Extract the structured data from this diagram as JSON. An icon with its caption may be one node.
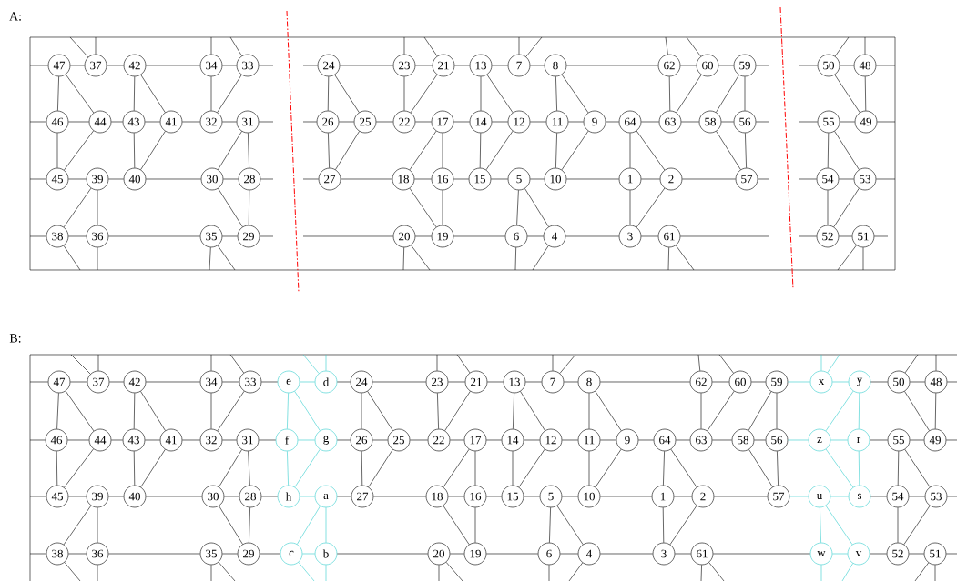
{
  "diagram": {
    "nodes": [
      {
        "text": [
          "47"
        ]
      },
      {
        "text": [
          "37"
        ]
      },
      {
        "text": [
          "42"
        ]
      },
      {
        "text": [
          "34"
        ]
      },
      {
        "text": [
          "33"
        ]
      },
      {
        "text": [
          "24"
        ]
      },
      {
        "text": [
          "23"
        ]
      },
      {
        "text": [
          "21"
        ]
      },
      {
        "text": [
          "13"
        ]
      },
      {
        "text": [
          "7"
        ]
      },
      {
        "text": [
          "8"
        ]
      },
      {
        "text": [
          "62"
        ]
      },
      {
        "text": [
          "60"
        ]
      },
      {
        "text": [
          "59"
        ]
      },
      {
        "text": [
          "50"
        ]
      },
      {
        "text": [
          "48"
        ]
      },
      {
        "text": [
          "46"
        ]
      },
      {
        "text": [
          "44"
        ]
      },
      {
        "text": [
          "43"
        ]
      },
      {
        "text": [
          "41"
        ]
      },
      {
        "text": [
          "32"
        ]
      },
      {
        "text": [
          "31"
        ]
      },
      {
        "text": [
          "26"
        ]
      },
      {
        "text": [
          "25"
        ]
      },
      {
        "text": [
          "22"
        ]
      },
      {
        "text": [
          "17"
        ]
      },
      {
        "text": [
          "14"
        ]
      },
      {
        "text": [
          "12"
        ]
      },
      {
        "text": [
          "11"
        ]
      },
      {
        "text": [
          "9"
        ]
      },
      {
        "text": [
          "64"
        ]
      },
      {
        "text": [
          "63"
        ]
      },
      {
        "text": [
          "58"
        ]
      },
      {
        "text": [
          "56"
        ]
      },
      {
        "text": [
          "55"
        ]
      },
      {
        "text": [
          "49"
        ]
      },
      {
        "text": [
          "45"
        ]
      },
      {
        "text": [
          "39"
        ]
      },
      {
        "text": [
          "40"
        ]
      },
      {
        "text": [
          "30"
        ]
      },
      {
        "text": [
          "28"
        ]
      },
      {
        "text": [
          "27"
        ]
      },
      {
        "text": [
          "18"
        ]
      },
      {
        "text": [
          "16"
        ]
      },
      {
        "text": [
          "15"
        ]
      },
      {
        "text": [
          "5"
        ]
      },
      {
        "text": [
          "10"
        ]
      },
      {
        "text": [
          "1"
        ]
      },
      {
        "text": [
          "2"
        ]
      },
      {
        "text": [
          "57"
        ]
      },
      {
        "text": [
          "54"
        ]
      },
      {
        "text": [
          "53"
        ]
      },
      {
        "text": [
          "38"
        ]
      },
      {
        "text": [
          "36"
        ]
      },
      {
        "text": [
          "35"
        ]
      },
      {
        "text": [
          "29"
        ]
      },
      {
        "text": [
          "20"
        ]
      },
      {
        "text": [
          "19"
        ]
      },
      {
        "text": [
          "6"
        ]
      },
      {
        "text": [
          "4"
        ]
      },
      {
        "text": [
          "3"
        ]
      },
      {
        "text": [
          "61"
        ]
      },
      {
        "text": [
          "52"
        ]
      },
      {
        "text": [
          "51"
        ]
      },
      {
        "text": [
          "47"
        ]
      },
      {
        "text": [
          "37"
        ]
      },
      {
        "text": [
          "42"
        ]
      },
      {
        "text": [
          "34"
        ]
      },
      {
        "text": [
          "33"
        ]
      },
      {
        "text": [
          "e"
        ]
      },
      {
        "text": [
          "d"
        ]
      },
      {
        "text": [
          "24"
        ]
      },
      {
        "text": [
          "23"
        ]
      },
      {
        "text": [
          "21"
        ]
      },
      {
        "text": [
          "13"
        ]
      },
      {
        "text": [
          "7"
        ]
      },
      {
        "text": [
          "8"
        ]
      },
      {
        "text": [
          "62"
        ]
      },
      {
        "text": [
          "60"
        ]
      },
      {
        "text": [
          "59"
        ]
      },
      {
        "text": [
          "x"
        ]
      },
      {
        "text": [
          "y"
        ]
      },
      {
        "text": [
          "50"
        ]
      },
      {
        "text": [
          "48"
        ]
      },
      {
        "text": [
          "46"
        ]
      },
      {
        "text": [
          "44"
        ]
      },
      {
        "text": [
          "43"
        ]
      },
      {
        "text": [
          "41"
        ]
      },
      {
        "text": [
          "32"
        ]
      },
      {
        "text": [
          "31"
        ]
      },
      {
        "text": [
          "f"
        ]
      },
      {
        "text": [
          "g"
        ]
      },
      {
        "text": [
          "26"
        ]
      },
      {
        "text": [
          "25"
        ]
      },
      {
        "text": [
          "22"
        ]
      },
      {
        "text": [
          "17"
        ]
      },
      {
        "text": [
          "14"
        ]
      },
      {
        "text": [
          "12"
        ]
      },
      {
        "text": [
          "11"
        ]
      },
      {
        "text": [
          "9"
        ]
      },
      {
        "text": [
          "64"
        ]
      },
      {
        "text": [
          "63"
        ]
      },
      {
        "text": [
          "58"
        ]
      },
      {
        "text": [
          "56"
        ]
      },
      {
        "text": [
          "z"
        ]
      },
      {
        "text": [
          "r"
        ]
      },
      {
        "text": [
          "55"
        ]
      },
      {
        "text": [
          "49"
        ]
      },
      {
        "text": [
          "45"
        ]
      },
      {
        "text": [
          "39"
        ]
      },
      {
        "text": [
          "40"
        ]
      },
      {
        "text": [
          "30"
        ]
      },
      {
        "text": [
          "28"
        ]
      },
      {
        "text": [
          "h"
        ]
      },
      {
        "text": [
          "a"
        ]
      },
      {
        "text": [
          "27"
        ]
      },
      {
        "text": [
          "18"
        ]
      },
      {
        "text": [
          "16"
        ]
      },
      {
        "text": [
          "15"
        ]
      },
      {
        "text": [
          "5"
        ]
      },
      {
        "text": [
          "10"
        ]
      },
      {
        "text": [
          "1"
        ]
      },
      {
        "text": [
          "2"
        ]
      },
      {
        "text": [
          "57"
        ]
      },
      {
        "text": [
          "u"
        ]
      },
      {
        "text": [
          "s"
        ]
      },
      {
        "text": [
          "54"
        ]
      },
      {
        "text": [
          "53"
        ]
      },
      {
        "text": [
          "38"
        ]
      },
      {
        "text": [
          "36"
        ]
      },
      {
        "text": [
          "35"
        ]
      },
      {
        "text": [
          "29"
        ]
      },
      {
        "text": [
          "c"
        ]
      },
      {
        "text": [
          "b"
        ]
      },
      {
        "text": [
          "20"
        ]
      },
      {
        "text": [
          "19"
        ]
      },
      {
        "text": [
          "6"
        ]
      },
      {
        "text": [
          "4"
        ]
      },
      {
        "text": [
          "3"
        ]
      },
      {
        "text": [
          "61"
        ]
      },
      {
        "text": [
          "w"
        ]
      },
      {
        "text": [
          "v"
        ]
      },
      {
        "text": [
          "52"
        ]
      },
      {
        "text": [
          "51"
        ]
      }
    ],
    "edges": [
      {
        "from": 0,
        "to": 1,
        "arrow": "none"
      },
      {
        "from": 1,
        "to": 2,
        "arrow": "none"
      },
      {
        "from": 2,
        "to": 3,
        "arrow": "none"
      },
      {
        "from": 3,
        "to": 4,
        "arrow": "none"
      },
      {
        "from": 5,
        "to": 6,
        "arrow": "none"
      },
      {
        "from": 6,
        "to": 7,
        "arrow": "none"
      },
      {
        "from": 7,
        "to": 8,
        "arrow": "none"
      },
      {
        "from": 8,
        "to": 9,
        "arrow": "none"
      },
      {
        "from": 9,
        "to": 10,
        "arrow": "none"
      },
      {
        "from": 10,
        "to": 11,
        "arrow": "none"
      },
      {
        "from": 11,
        "to": 12,
        "arrow": "none"
      },
      {
        "from": 12,
        "to": 13,
        "arrow": "none"
      },
      {
        "from": 14,
        "to": 15,
        "arrow": "none"
      },
      {
        "from": 0,
        "to": 16,
        "arrow": "none"
      },
      {
        "from": 0,
        "to": 17,
        "arrow": "none"
      },
      {
        "from": 2,
        "to": 18,
        "arrow": "none"
      },
      {
        "from": 2,
        "to": 19,
        "arrow": "none"
      },
      {
        "from": 3,
        "to": 20,
        "arrow": "none"
      },
      {
        "from": 4,
        "to": 20,
        "arrow": "none"
      },
      {
        "from": 5,
        "to": 22,
        "arrow": "none"
      },
      {
        "from": 5,
        "to": 23,
        "arrow": "none"
      },
      {
        "from": 6,
        "to": 24,
        "arrow": "none"
      },
      {
        "from": 7,
        "to": 24,
        "arrow": "none"
      },
      {
        "from": 8,
        "to": 26,
        "arrow": "none"
      },
      {
        "from": 8,
        "to": 27,
        "arrow": "none"
      },
      {
        "from": 10,
        "to": 28,
        "arrow": "none"
      },
      {
        "from": 10,
        "to": 29,
        "arrow": "none"
      },
      {
        "from": 11,
        "to": 31,
        "arrow": "none"
      },
      {
        "from": 12,
        "to": 31,
        "arrow": "none"
      },
      {
        "from": 13,
        "to": 32,
        "arrow": "none"
      },
      {
        "from": 13,
        "to": 33,
        "arrow": "none"
      },
      {
        "from": 14,
        "to": 35,
        "arrow": "none"
      },
      {
        "from": 15,
        "to": 35,
        "arrow": "none"
      },
      {
        "from": 16,
        "to": 17,
        "arrow": "none"
      },
      {
        "from": 17,
        "to": 18,
        "arrow": "none"
      },
      {
        "from": 18,
        "to": 19,
        "arrow": "none"
      },
      {
        "from": 19,
        "to": 20,
        "arrow": "none"
      },
      {
        "from": 20,
        "to": 21,
        "arrow": "none"
      },
      {
        "from": 22,
        "to": 23,
        "arrow": "none"
      },
      {
        "from": 23,
        "to": 24,
        "arrow": "none"
      },
      {
        "from": 24,
        "to": 25,
        "arrow": "none"
      },
      {
        "from": 25,
        "to": 26,
        "arrow": "none"
      },
      {
        "from": 26,
        "to": 27,
        "arrow": "none"
      },
      {
        "from": 27,
        "to": 28,
        "arrow": "none"
      },
      {
        "from": 28,
        "to": 29,
        "arrow": "none"
      },
      {
        "from": 29,
        "to": 30,
        "arrow": "none"
      },
      {
        "from": 30,
        "to": 31,
        "arrow": "none"
      },
      {
        "from": 31,
        "to": 32,
        "arrow": "none"
      },
      {
        "from": 32,
        "to": 33,
        "arrow": "none"
      },
      {
        "from": 34,
        "to": 35,
        "arrow": "none"
      },
      {
        "from": 16,
        "to": 36,
        "arrow": "none"
      },
      {
        "from": 17,
        "to": 36,
        "arrow": "none"
      },
      {
        "from": 18,
        "to": 38,
        "arrow": "none"
      },
      {
        "from": 19,
        "to": 38,
        "arrow": "none"
      },
      {
        "from": 21,
        "to": 39,
        "arrow": "none"
      },
      {
        "from": 21,
        "to": 40,
        "arrow": "none"
      },
      {
        "from": 22,
        "to": 41,
        "arrow": "none"
      },
      {
        "from": 23,
        "to": 41,
        "arrow": "none"
      },
      {
        "from": 25,
        "to": 42,
        "arrow": "none"
      },
      {
        "from": 25,
        "to": 43,
        "arrow": "none"
      },
      {
        "from": 26,
        "to": 44,
        "arrow": "none"
      },
      {
        "from": 27,
        "to": 44,
        "arrow": "none"
      },
      {
        "from": 28,
        "to": 46,
        "arrow": "none"
      },
      {
        "from": 29,
        "to": 46,
        "arrow": "none"
      },
      {
        "from": 30,
        "to": 47,
        "arrow": "none"
      },
      {
        "from": 30,
        "to": 48,
        "arrow": "none"
      },
      {
        "from": 32,
        "to": 49,
        "arrow": "none"
      },
      {
        "from": 33,
        "to": 49,
        "arrow": "none"
      },
      {
        "from": 34,
        "to": 50,
        "arrow": "none"
      },
      {
        "from": 34,
        "to": 51,
        "arrow": "none"
      },
      {
        "from": 36,
        "to": 37,
        "arrow": "none"
      },
      {
        "from": 37,
        "to": 38,
        "arrow": "none"
      },
      {
        "from": 38,
        "to": 39,
        "arrow": "none"
      },
      {
        "from": 39,
        "to": 40,
        "arrow": "none"
      },
      {
        "from": 41,
        "to": 42,
        "arrow": "none"
      },
      {
        "from": 42,
        "to": 43,
        "arrow": "none"
      },
      {
        "from": 43,
        "to": 44,
        "arrow": "none"
      },
      {
        "from": 44,
        "to": 45,
        "arrow": "none"
      },
      {
        "from": 45,
        "to": 46,
        "arrow": "none"
      },
      {
        "from": 46,
        "to": 47,
        "arrow": "none"
      },
      {
        "from": 47,
        "to": 48,
        "arrow": "none"
      },
      {
        "from": 48,
        "to": 49,
        "arrow": "none"
      },
      {
        "from": 50,
        "to": 51,
        "arrow": "none"
      },
      {
        "from": 37,
        "to": 52,
        "arrow": "none"
      },
      {
        "from": 37,
        "to": 53,
        "arrow": "none"
      },
      {
        "from": 39,
        "to": 55,
        "arrow": "none"
      },
      {
        "from": 40,
        "to": 55,
        "arrow": "none"
      },
      {
        "from": 42,
        "to": 57,
        "arrow": "none"
      },
      {
        "from": 43,
        "to": 57,
        "arrow": "none"
      },
      {
        "from": 45,
        "to": 58,
        "arrow": "none"
      },
      {
        "from": 45,
        "to": 59,
        "arrow": "none"
      },
      {
        "from": 47,
        "to": 60,
        "arrow": "none"
      },
      {
        "from": 48,
        "to": 60,
        "arrow": "none"
      },
      {
        "from": 50,
        "to": 62,
        "arrow": "none"
      },
      {
        "from": 51,
        "to": 62,
        "arrow": "none"
      },
      {
        "from": 52,
        "to": 53,
        "arrow": "none"
      },
      {
        "from": 53,
        "to": 54,
        "arrow": "none"
      },
      {
        "from": 54,
        "to": 55,
        "arrow": "none"
      },
      {
        "from": 56,
        "to": 57,
        "arrow": "none"
      },
      {
        "from": 57,
        "to": 58,
        "arrow": "none"
      },
      {
        "from": 58,
        "to": 59,
        "arrow": "none"
      },
      {
        "from": 59,
        "to": 60,
        "arrow": "none"
      },
      {
        "from": 60,
        "to": 61,
        "arrow": "none"
      },
      {
        "from": 62,
        "to": 63,
        "arrow": "none"
      },
      {
        "from": 64,
        "to": 65,
        "arrow": "none"
      },
      {
        "from": 65,
        "to": 66,
        "arrow": "none"
      },
      {
        "from": 66,
        "to": 67,
        "arrow": "none"
      },
      {
        "from": 67,
        "to": 68,
        "arrow": "none"
      },
      {
        "from": 71,
        "to": 72,
        "arrow": "none"
      },
      {
        "from": 72,
        "to": 73,
        "arrow": "none"
      },
      {
        "from": 73,
        "to": 74,
        "arrow": "none"
      },
      {
        "from": 74,
        "to": 75,
        "arrow": "none"
      },
      {
        "from": 75,
        "to": 76,
        "arrow": "none"
      },
      {
        "from": 76,
        "to": 77,
        "arrow": "none"
      },
      {
        "from": 77,
        "to": 78,
        "arrow": "none"
      },
      {
        "from": 78,
        "to": 79,
        "arrow": "none"
      },
      {
        "from": 82,
        "to": 83,
        "arrow": "none"
      },
      {
        "from": 64,
        "to": 84,
        "arrow": "none"
      },
      {
        "from": 64,
        "to": 85,
        "arrow": "none"
      },
      {
        "from": 66,
        "to": 86,
        "arrow": "none"
      },
      {
        "from": 66,
        "to": 87,
        "arrow": "none"
      },
      {
        "from": 67,
        "to": 88,
        "arrow": "none"
      },
      {
        "from": 68,
        "to": 88,
        "arrow": "none"
      },
      {
        "from": 71,
        "to": 92,
        "arrow": "none"
      },
      {
        "from": 71,
        "to": 93,
        "arrow": "none"
      },
      {
        "from": 72,
        "to": 94,
        "arrow": "none"
      },
      {
        "from": 73,
        "to": 94,
        "arrow": "none"
      },
      {
        "from": 74,
        "to": 96,
        "arrow": "none"
      },
      {
        "from": 74,
        "to": 97,
        "arrow": "none"
      },
      {
        "from": 76,
        "to": 98,
        "arrow": "none"
      },
      {
        "from": 76,
        "to": 99,
        "arrow": "none"
      },
      {
        "from": 77,
        "to": 101,
        "arrow": "none"
      },
      {
        "from": 78,
        "to": 101,
        "arrow": "none"
      },
      {
        "from": 79,
        "to": 102,
        "arrow": "none"
      },
      {
        "from": 79,
        "to": 103,
        "arrow": "none"
      },
      {
        "from": 82,
        "to": 107,
        "arrow": "none"
      },
      {
        "from": 83,
        "to": 107,
        "arrow": "none"
      },
      {
        "from": 84,
        "to": 85,
        "arrow": "none"
      },
      {
        "from": 85,
        "to": 86,
        "arrow": "none"
      },
      {
        "from": 86,
        "to": 87,
        "arrow": "none"
      },
      {
        "from": 87,
        "to": 88,
        "arrow": "none"
      },
      {
        "from": 88,
        "to": 89,
        "arrow": "none"
      },
      {
        "from": 92,
        "to": 93,
        "arrow": "none"
      },
      {
        "from": 93,
        "to": 94,
        "arrow": "none"
      },
      {
        "from": 94,
        "to": 95,
        "arrow": "none"
      },
      {
        "from": 95,
        "to": 96,
        "arrow": "none"
      },
      {
        "from": 96,
        "to": 97,
        "arrow": "none"
      },
      {
        "from": 97,
        "to": 98,
        "arrow": "none"
      },
      {
        "from": 98,
        "to": 99,
        "arrow": "none"
      },
      {
        "from": 99,
        "to": 100,
        "arrow": "none"
      },
      {
        "from": 100,
        "to": 101,
        "arrow": "none"
      },
      {
        "from": 101,
        "to": 102,
        "arrow": "none"
      },
      {
        "from": 102,
        "to": 103,
        "arrow": "none"
      },
      {
        "from": 106,
        "to": 107,
        "arrow": "none"
      },
      {
        "from": 84,
        "to": 108,
        "arrow": "none"
      },
      {
        "from": 85,
        "to": 108,
        "arrow": "none"
      },
      {
        "from": 86,
        "to": 110,
        "arrow": "none"
      },
      {
        "from": 87,
        "to": 110,
        "arrow": "none"
      },
      {
        "from": 89,
        "to": 111,
        "arrow": "none"
      },
      {
        "from": 89,
        "to": 112,
        "arrow": "none"
      },
      {
        "from": 92,
        "to": 115,
        "arrow": "none"
      },
      {
        "from": 93,
        "to": 115,
        "arrow": "none"
      },
      {
        "from": 95,
        "to": 116,
        "arrow": "none"
      },
      {
        "from": 95,
        "to": 117,
        "arrow": "none"
      },
      {
        "from": 96,
        "to": 118,
        "arrow": "none"
      },
      {
        "from": 97,
        "to": 118,
        "arrow": "none"
      },
      {
        "from": 98,
        "to": 120,
        "arrow": "none"
      },
      {
        "from": 99,
        "to": 120,
        "arrow": "none"
      },
      {
        "from": 100,
        "to": 121,
        "arrow": "none"
      },
      {
        "from": 100,
        "to": 122,
        "arrow": "none"
      },
      {
        "from": 102,
        "to": 123,
        "arrow": "none"
      },
      {
        "from": 103,
        "to": 123,
        "arrow": "none"
      },
      {
        "from": 106,
        "to": 126,
        "arrow": "none"
      },
      {
        "from": 106,
        "to": 127,
        "arrow": "none"
      },
      {
        "from": 108,
        "to": 109,
        "arrow": "none"
      },
      {
        "from": 109,
        "to": 110,
        "arrow": "none"
      },
      {
        "from": 110,
        "to": 111,
        "arrow": "none"
      },
      {
        "from": 111,
        "to": 112,
        "arrow": "none"
      },
      {
        "from": 115,
        "to": 116,
        "arrow": "none"
      },
      {
        "from": 116,
        "to": 117,
        "arrow": "none"
      },
      {
        "from": 117,
        "to": 118,
        "arrow": "none"
      },
      {
        "from": 118,
        "to": 119,
        "arrow": "none"
      },
      {
        "from": 119,
        "to": 120,
        "arrow": "none"
      },
      {
        "from": 120,
        "to": 121,
        "arrow": "none"
      },
      {
        "from": 121,
        "to": 122,
        "arrow": "none"
      },
      {
        "from": 122,
        "to": 123,
        "arrow": "none"
      },
      {
        "from": 126,
        "to": 127,
        "arrow": "none"
      },
      {
        "from": 109,
        "to": 128,
        "arrow": "none"
      },
      {
        "from": 109,
        "to": 129,
        "arrow": "none"
      },
      {
        "from": 111,
        "to": 131,
        "arrow": "none"
      },
      {
        "from": 112,
        "to": 131,
        "arrow": "none"
      },
      {
        "from": 116,
        "to": 135,
        "arrow": "none"
      },
      {
        "from": 117,
        "to": 135,
        "arrow": "none"
      },
      {
        "from": 119,
        "to": 136,
        "arrow": "none"
      },
      {
        "from": 119,
        "to": 137,
        "arrow": "none"
      },
      {
        "from": 121,
        "to": 138,
        "arrow": "none"
      },
      {
        "from": 122,
        "to": 138,
        "arrow": "none"
      },
      {
        "from": 126,
        "to": 142,
        "arrow": "none"
      },
      {
        "from": 127,
        "to": 142,
        "arrow": "none"
      },
      {
        "from": 128,
        "to": 129,
        "arrow": "none"
      },
      {
        "from": 129,
        "to": 130,
        "arrow": "none"
      },
      {
        "from": 130,
        "to": 131,
        "arrow": "none"
      },
      {
        "from": 134,
        "to": 135,
        "arrow": "none"
      },
      {
        "from": 135,
        "to": 136,
        "arrow": "none"
      },
      {
        "from": 136,
        "to": 137,
        "arrow": "none"
      },
      {
        "from": 137,
        "to": 138,
        "arrow": "none"
      },
      {
        "from": 138,
        "to": 139,
        "arrow": "none"
      },
      {
        "from": 142,
        "to": 143,
        "arrow": "none"
      },
      {
        "from": 68,
        "to": 69,
        "arrow": "none"
      },
      {
        "from": 70,
        "to": 71,
        "arrow": "none"
      },
      {
        "from": 89,
        "to": 90,
        "arrow": "none"
      },
      {
        "from": 91,
        "to": 92,
        "arrow": "none"
      },
      {
        "from": 112,
        "to": 113,
        "arrow": "none"
      },
      {
        "from": 114,
        "to": 115,
        "arrow": "none"
      },
      {
        "from": 131,
        "to": 132,
        "arrow": "none"
      },
      {
        "from": 133,
        "to": 134,
        "arrow": "none"
      },
      {
        "from": 81,
        "to": 82,
        "arrow": "none"
      },
      {
        "from": 105,
        "to": 106,
        "arrow": "none"
      },
      {
        "from": 125,
        "to": 126,
        "arrow": "none"
      },
      {
        "from": 141,
        "to": 142,
        "arrow": "none"
      },
      {
        "from": 139,
        "to": 140,
        "arrow": "none"
      },
      {
        "from": 79,
        "to": 80,
        "arrow": "none",
        "color": "#33cccc"
      },
      {
        "from": 103,
        "to": 104,
        "arrow": "none",
        "color": "#33cccc"
      },
      {
        "from": 123,
        "to": 124,
        "arrow": "none",
        "color": "#33cccc"
      },
      {
        "from": 69,
        "to": 70,
        "arrow": "none",
        "color": "#33cccc"
      },
      {
        "from": 69,
        "to": 90,
        "arrow": "none",
        "color": "#33cccc"
      },
      {
        "from": 69,
        "to": 91,
        "arrow": "none",
        "color": "#33cccc"
      },
      {
        "from": 90,
        "to": 91,
        "arrow": "none",
        "color": "#33cccc"
      },
      {
        "from": 90,
        "to": 113,
        "arrow": "none",
        "color": "#33cccc"
      },
      {
        "from": 91,
        "to": 113,
        "arrow": "none",
        "color": "#33cccc"
      },
      {
        "from": 113,
        "to": 114,
        "arrow": "none",
        "color": "#33cccc"
      },
      {
        "from": 114,
        "to": 132,
        "arrow": "none",
        "color": "#33cccc"
      },
      {
        "from": 114,
        "to": 133,
        "arrow": "none",
        "color": "#33cccc"
      },
      {
        "from": 132,
        "to": 133,
        "arrow": "none",
        "color": "#33cccc"
      },
      {
        "from": 80,
        "to": 81,
        "arrow": "none",
        "color": "#33cccc"
      },
      {
        "from": 81,
        "to": 104,
        "arrow": "none",
        "color": "#33cccc"
      },
      {
        "from": 81,
        "to": 105,
        "arrow": "none",
        "color": "#33cccc"
      },
      {
        "from": 104,
        "to": 105,
        "arrow": "none",
        "color": "#33cccc"
      },
      {
        "from": 104,
        "to": 125,
        "arrow": "none",
        "color": "#33cccc"
      },
      {
        "from": 105,
        "to": 125,
        "arrow": "none",
        "color": "#33cccc"
      },
      {
        "from": 124,
        "to": 125,
        "arrow": "none",
        "color": "#33cccc"
      },
      {
        "from": 124,
        "to": 140,
        "arrow": "none",
        "color": "#33cccc"
      },
      {
        "from": 124,
        "to": 141,
        "arrow": "none",
        "color": "#33cccc"
      },
      {
        "from": 140,
        "to": 141,
        "arrow": "none",
        "color": "#33cccc"
      },
      {
        "from": 0,
        "to": null,
        "arrow": "none"
      },
      {
        "from": 16,
        "to": null,
        "arrow": "none"
      },
      {
        "from": 36,
        "to": null,
        "arrow": "none"
      },
      {
        "from": 52,
        "to": null,
        "arrow": "none"
      },
      {
        "from": 4,
        "to": null,
        "arrow": "none"
      },
      {
        "from": 21,
        "to": null,
        "arrow": "none"
      },
      {
        "from": 40,
        "to": null,
        "arrow": "none"
      },
      {
        "from": 55,
        "to": null,
        "arrow": "none"
      },
      {
        "from": 5,
        "to": null,
        "arrow": "none"
      },
      {
        "from": 22,
        "to": null,
        "arrow": "none"
      },
      {
        "from": 41,
        "to": null,
        "arrow": "none"
      },
      {
        "from": 56,
        "to": null,
        "arrow": "none"
      },
      {
        "from": 13,
        "to": null,
        "arrow": "none"
      },
      {
        "from": 33,
        "to": null,
        "arrow": "none"
      },
      {
        "from": 49,
        "to": null,
        "arrow": "none"
      },
      {
        "from": 61,
        "to": null,
        "arrow": "none"
      },
      {
        "from": 14,
        "to": null,
        "arrow": "none"
      },
      {
        "from": 34,
        "to": null,
        "arrow": "none"
      },
      {
        "from": 50,
        "to": null,
        "arrow": "none"
      },
      {
        "from": 62,
        "to": null,
        "arrow": "none"
      },
      {
        "from": 15,
        "to": null,
        "arrow": "none"
      },
      {
        "from": 35,
        "to": null,
        "arrow": "none"
      },
      {
        "from": 51,
        "to": null,
        "arrow": "none"
      },
      {
        "from": 63,
        "to": null,
        "arrow": "none"
      },
      {
        "from": 1,
        "to": null,
        "arrow": "none"
      },
      {
        "from": 1,
        "to": null,
        "arrow": "none"
      },
      {
        "from": 3,
        "to": null,
        "arrow": "none"
      },
      {
        "from": 4,
        "to": null,
        "arrow": "none"
      },
      {
        "from": 6,
        "to": null,
        "arrow": "none"
      },
      {
        "from": 7,
        "to": null,
        "arrow": "none"
      },
      {
        "from": 9,
        "to": null,
        "arrow": "none"
      },
      {
        "from": 9,
        "to": null,
        "arrow": "none"
      },
      {
        "from": 11,
        "to": null,
        "arrow": "none"
      },
      {
        "from": 12,
        "to": null,
        "arrow": "none"
      },
      {
        "from": 14,
        "to": null,
        "arrow": "none"
      },
      {
        "from": 15,
        "to": null,
        "arrow": "none"
      },
      {
        "from": 52,
        "to": null,
        "arrow": "none"
      },
      {
        "from": 53,
        "to": null,
        "arrow": "none"
      },
      {
        "from": 54,
        "to": null,
        "arrow": "none"
      },
      {
        "from": 54,
        "to": null,
        "arrow": "none"
      },
      {
        "from": 56,
        "to": null,
        "arrow": "none"
      },
      {
        "from": 56,
        "to": null,
        "arrow": "none"
      },
      {
        "from": 58,
        "to": null,
        "arrow": "none"
      },
      {
        "from": 59,
        "to": null,
        "arrow": "none"
      },
      {
        "from": 61,
        "to": null,
        "arrow": "none"
      },
      {
        "from": 61,
        "to": null,
        "arrow": "none"
      },
      {
        "from": 63,
        "to": null,
        "arrow": "none"
      },
      {
        "from": 63,
        "to": null,
        "arrow": "none"
      },
      {
        "from": 64,
        "to": null,
        "arrow": "none"
      },
      {
        "from": 84,
        "to": null,
        "arrow": "none"
      },
      {
        "from": 108,
        "to": null,
        "arrow": "none"
      },
      {
        "from": 128,
        "to": null,
        "arrow": "none"
      },
      {
        "from": 83,
        "to": null,
        "arrow": "none"
      },
      {
        "from": 107,
        "to": null,
        "arrow": "none"
      },
      {
        "from": 127,
        "to": null,
        "arrow": "none"
      },
      {
        "from": 143,
        "to": null,
        "arrow": "none"
      },
      {
        "from": 65,
        "to": null,
        "arrow": "none"
      },
      {
        "from": 65,
        "to": null,
        "arrow": "none"
      },
      {
        "from": 67,
        "to": null,
        "arrow": "none"
      },
      {
        "from": 68,
        "to": null,
        "arrow": "none"
      },
      {
        "from": 70,
        "to": null,
        "arrow": "none",
        "color": "#33cccc"
      },
      {
        "from": 70,
        "to": null,
        "arrow": "none",
        "color": "#33cccc"
      },
      {
        "from": 72,
        "to": null,
        "arrow": "none"
      },
      {
        "from": 73,
        "to": null,
        "arrow": "none"
      },
      {
        "from": 75,
        "to": null,
        "arrow": "none"
      },
      {
        "from": 75,
        "to": null,
        "arrow": "none"
      },
      {
        "from": 77,
        "to": null,
        "arrow": "none"
      },
      {
        "from": 78,
        "to": null,
        "arrow": "none"
      },
      {
        "from": 80,
        "to": null,
        "arrow": "none",
        "color": "#33cccc"
      },
      {
        "from": 80,
        "to": null,
        "arrow": "none",
        "color": "#33cccc"
      },
      {
        "from": 82,
        "to": null,
        "arrow": "none"
      },
      {
        "from": 83,
        "to": null,
        "arrow": "none"
      },
      {
        "from": 128,
        "to": null,
        "arrow": "none"
      },
      {
        "from": 129,
        "to": null,
        "arrow": "none"
      },
      {
        "from": 130,
        "to": null,
        "arrow": "none"
      },
      {
        "from": 130,
        "to": null,
        "arrow": "none"
      },
      {
        "from": 132,
        "to": null,
        "arrow": "none",
        "color": "#33cccc"
      },
      {
        "from": 133,
        "to": null,
        "arrow": "none",
        "color": "#33cccc"
      },
      {
        "from": 134,
        "to": null,
        "arrow": "none"
      },
      {
        "from": 134,
        "to": null,
        "arrow": "none"
      },
      {
        "from": 136,
        "to": null,
        "arrow": "none"
      },
      {
        "from": 137,
        "to": null,
        "arrow": "none"
      },
      {
        "from": 139,
        "to": null,
        "arrow": "none"
      },
      {
        "from": 139,
        "to": null,
        "arrow": "none"
      },
      {
        "from": 140,
        "to": null,
        "arrow": "none",
        "color": "#33cccc"
      },
      {
        "from": 141,
        "to": null,
        "arrow": "none",
        "color": "#33cccc"
      },
      {
        "from": 143,
        "to": null,
        "arrow": "none"
      },
      {
        "from": 143,
        "to": null,
        "arrow": "none"
      }
    ],
    "labels": [
      "A:",
      "B:"
    ]
  }
}
